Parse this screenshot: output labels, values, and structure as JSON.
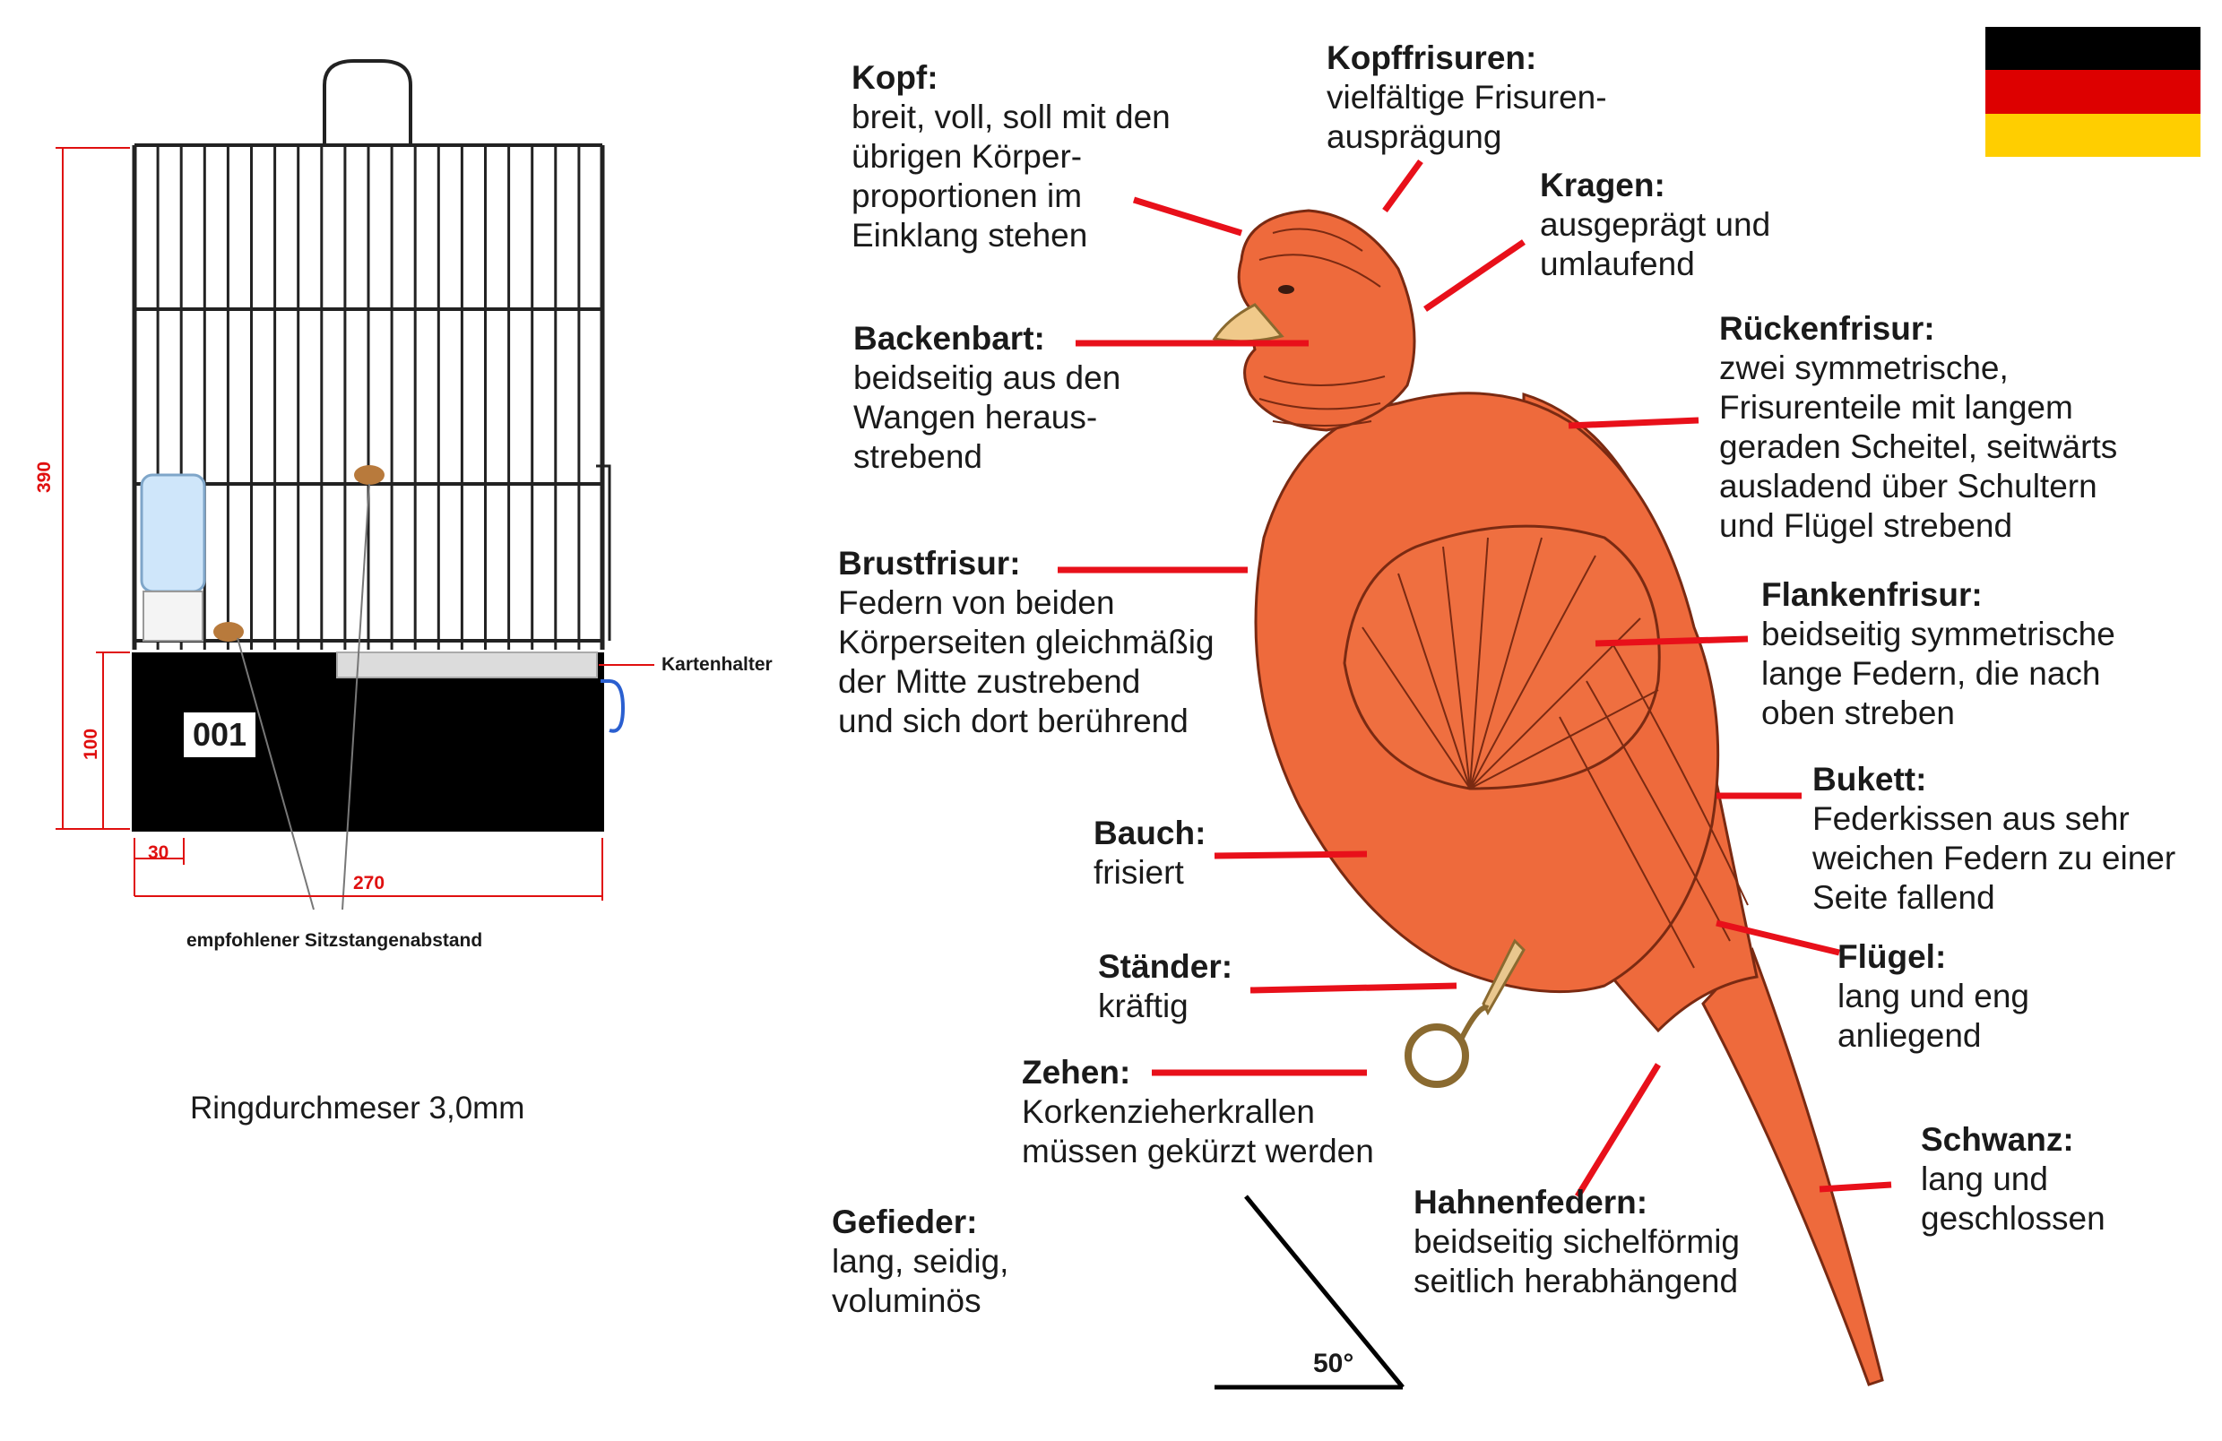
{
  "cage": {
    "height_total": "390",
    "height_base": "100",
    "width_total": "270",
    "offset": "30",
    "card_holder": "Kartenhalter",
    "perch_note": "empfohlener Sitzstangenabstand",
    "cage_number": "001",
    "ring_diameter": "Ringdurchmeser  3,0mm"
  },
  "flag": {
    "colors": [
      "#000000",
      "#dd0000",
      "#ffce00"
    ]
  },
  "angle": "50°",
  "colors": {
    "accent": "#e8101a",
    "bird": "#ee6a3c",
    "outline": "#7a2a12"
  },
  "labels": {
    "kopf": {
      "title": "Kopf:",
      "text": "breit, voll, soll mit den\nübrigen Körper-\nproportionen im\nEinklang stehen"
    },
    "kopffrisuren": {
      "title": "Kopffrisuren:",
      "text": "vielfältige Frisuren-\nausprägung"
    },
    "kragen": {
      "title": "Kragen:",
      "text": "ausgeprägt und\numlaufend"
    },
    "backenbart": {
      "title": "Backenbart:",
      "text": "beidseitig aus den\nWangen heraus-\nstrebend"
    },
    "rueckenfrisur": {
      "title": "Rückenfrisur:",
      "text": "zwei symmetrische,\nFrisurenteile mit langem\ngeraden Scheitel, seitwärts\nausladend über Schultern\nund Flügel strebend"
    },
    "brustfrisur": {
      "title": "Brustfrisur:",
      "text": "Federn von beiden\nKörperseiten gleichmäßig\nder Mitte zustrebend\nund sich dort berührend"
    },
    "flankenfrisur": {
      "title": "Flankenfrisur:",
      "text": "beidseitig symmetrische\nlange Federn, die nach\noben streben"
    },
    "bukett": {
      "title": "Bukett:",
      "text": "Federkissen aus sehr\nweichen Federn zu einer\nSeite fallend"
    },
    "bauch": {
      "title": "Bauch:",
      "text": "frisiert"
    },
    "staender": {
      "title": "Ständer:",
      "text": "kräftig"
    },
    "fluegel": {
      "title": "Flügel:",
      "text": "lang und eng\nanliegend"
    },
    "zehen": {
      "title": "Zehen:",
      "text": "Korkenzieherkrallen\nmüssen gekürzt werden"
    },
    "schwanz": {
      "title": "Schwanz:",
      "text": "lang und\ngeschlossen"
    },
    "hahnenfedern": {
      "title": "Hahnenfedern:",
      "text": "beidseitig sichelförmig\nseitlich herabhängend"
    },
    "gefieder": {
      "title": "Gefieder:",
      "text": "lang, seidig,\nvoluminös"
    }
  }
}
